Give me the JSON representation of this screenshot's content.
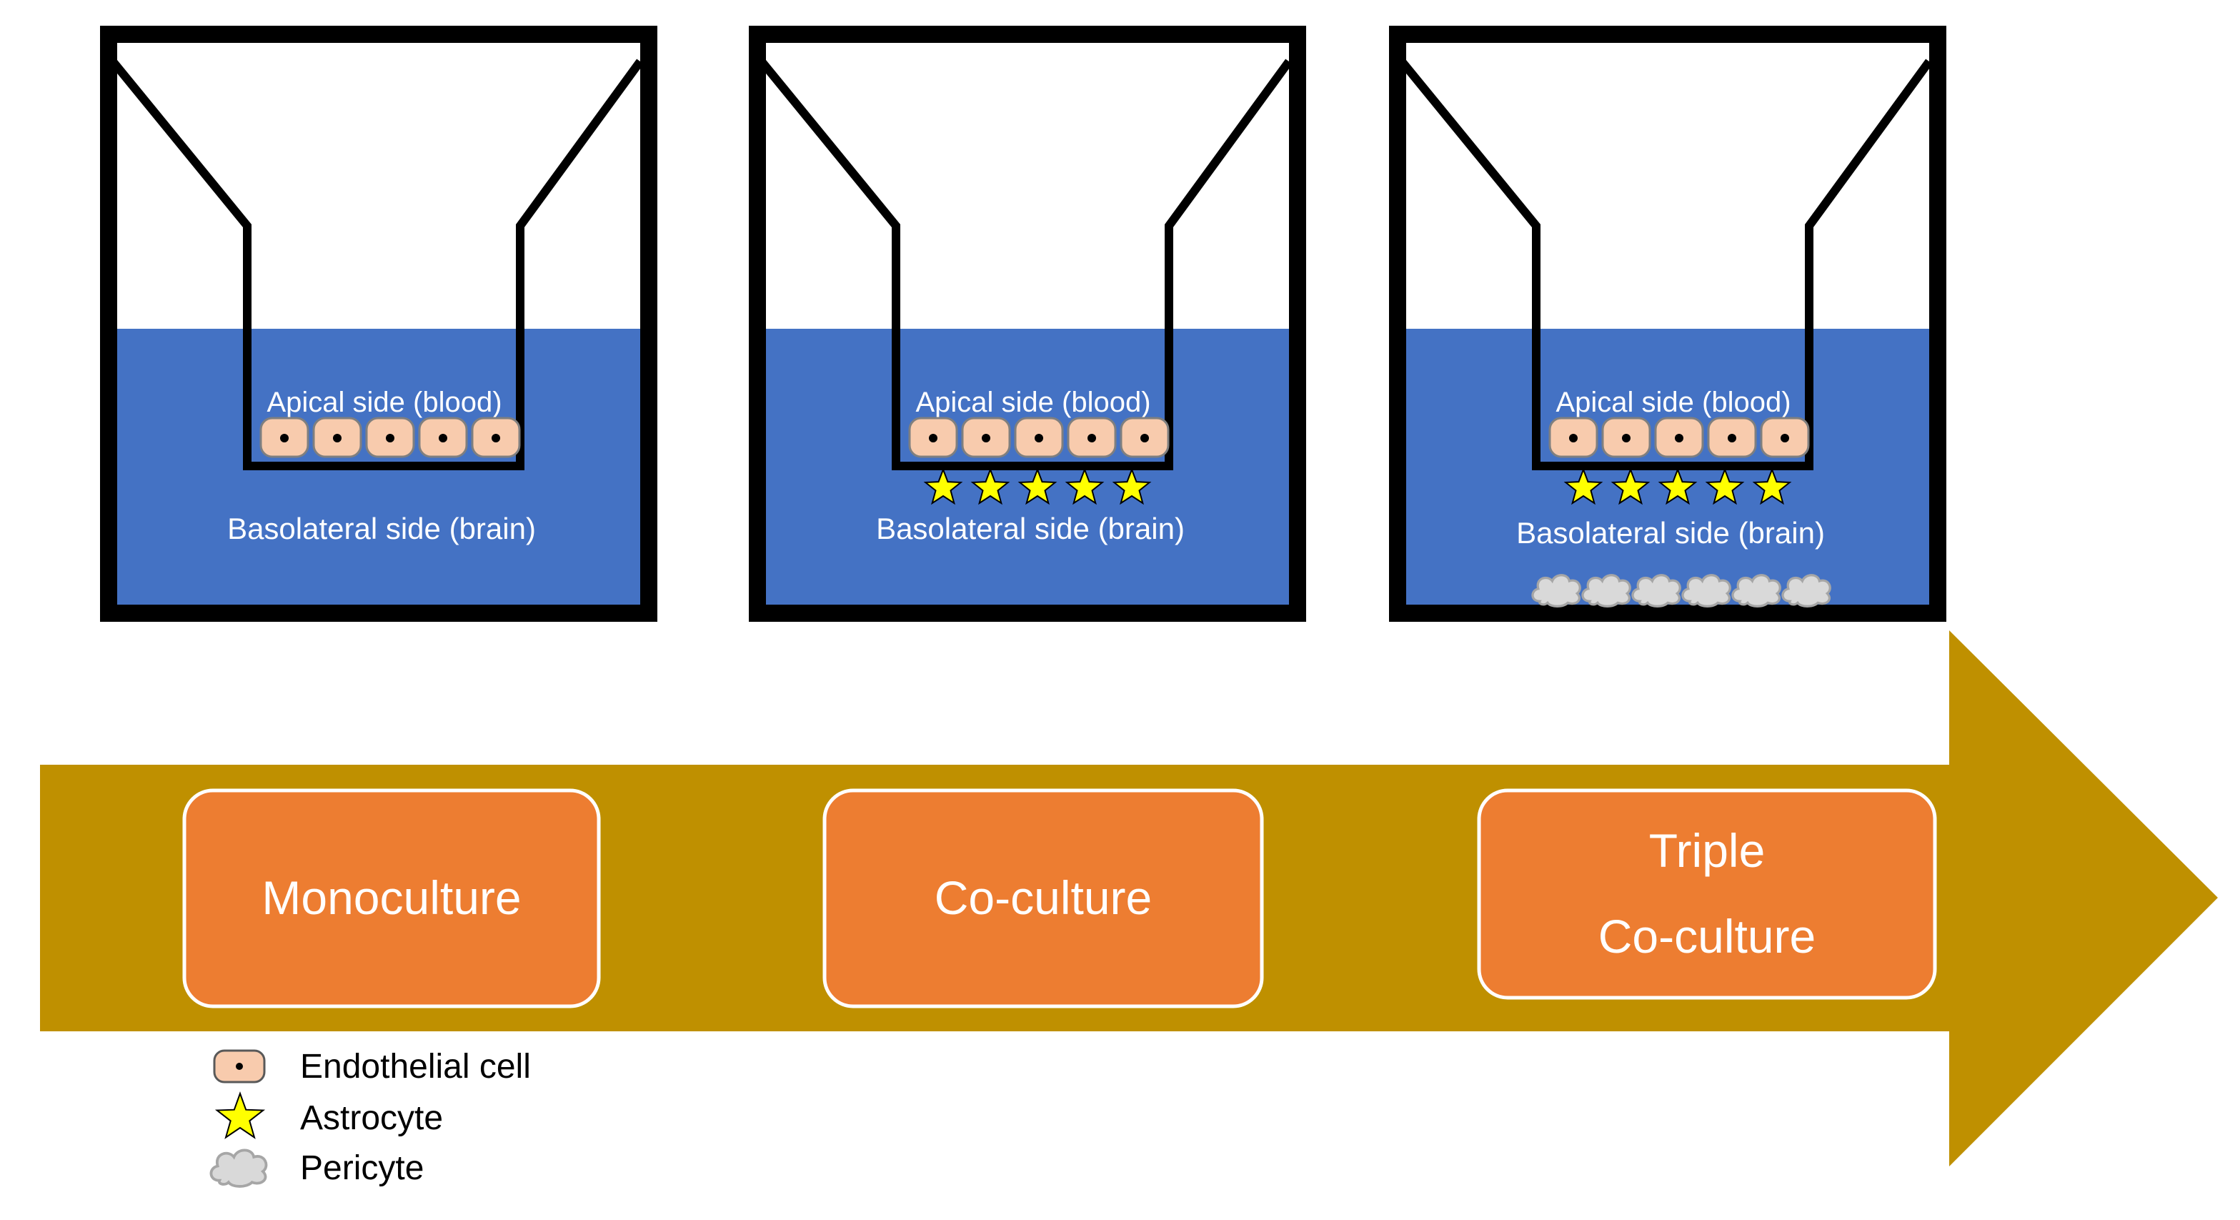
{
  "colors": {
    "medium": "#4472C4",
    "frame": "#000000",
    "arrow": "#BF9000",
    "stage_box": "#ED7D31",
    "stage_border": "#FFFFFF",
    "cell_fill": "#F8CBAD",
    "cell_border": "#7F7F7F",
    "star_fill": "#FFFF00",
    "pericyte_fill": "#D9D9D9",
    "pericyte_border": "#A6A6A6"
  },
  "panels": [
    {
      "apical_label": "Apical side (blood)",
      "basolateral_label": "Basolateral side (brain)",
      "astrocytes": false,
      "pericytes": false
    },
    {
      "apical_label": "Apical side (blood)",
      "basolateral_label": "Basolateral side (brain)",
      "astrocytes": true,
      "pericytes": false
    },
    {
      "apical_label": "Apical side (blood)",
      "basolateral_label": "Basolateral side (brain)",
      "astrocytes": true,
      "pericytes": true
    }
  ],
  "stages": [
    {
      "lines": [
        "Monoculture"
      ]
    },
    {
      "lines": [
        "Co-culture"
      ]
    },
    {
      "lines": [
        "Triple",
        "Co-culture"
      ]
    }
  ],
  "legend": [
    {
      "icon": "endothelial-cell-icon",
      "label": "Endothelial cell"
    },
    {
      "icon": "astrocyte-star-icon",
      "label": "Astrocyte"
    },
    {
      "icon": "pericyte-cloud-icon",
      "label": "Pericyte"
    }
  ]
}
